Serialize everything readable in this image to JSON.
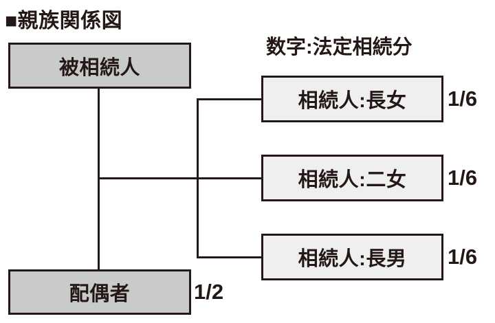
{
  "title": "■親族関係図",
  "legend": "数字:法定相続分",
  "colors": {
    "ink": "#231815",
    "parent_box_fill": "#c9caca",
    "heir_box_fill": "#efefef",
    "background": "#ffffff"
  },
  "nodes": {
    "decedent": {
      "label": "被相続人"
    },
    "spouse": {
      "label": "配偶者",
      "share": "1/2"
    },
    "heirs": [
      {
        "label": "相続人:長女",
        "share": "1/6"
      },
      {
        "label": "相続人:二女",
        "share": "1/6"
      },
      {
        "label": "相続人:長男",
        "share": "1/6"
      }
    ]
  }
}
